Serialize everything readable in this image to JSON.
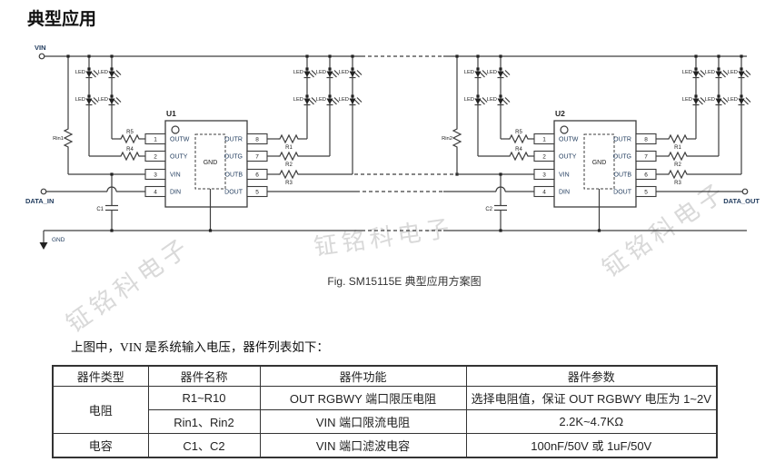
{
  "page": {
    "title": "典型应用"
  },
  "watermark": "钲铭科电子",
  "figure": {
    "caption": "Fig. SM15115E 典型应用方案图"
  },
  "paragraph": "上图中，VIN 是系统输入电压，器件列表如下：",
  "circuit": {
    "vin_label": "VIN",
    "gnd_label": "GND",
    "data_in_label": "DATA_IN",
    "data_out_label": "DATA_OUT",
    "led_label": "LED",
    "ics": [
      "U1",
      "U2"
    ],
    "gnd_box": "GND",
    "pin_numbers_left": [
      "1",
      "2",
      "3",
      "4"
    ],
    "pin_names_left": [
      "OUTW",
      "OUTY",
      "VIN",
      "DIN"
    ],
    "pin_numbers_right": [
      "8",
      "7",
      "6",
      "5"
    ],
    "pin_names_right": [
      "OUTR",
      "OUTG",
      "OUTB",
      "DOUT"
    ],
    "r1": "R1",
    "r2": "R2",
    "r3": "R3",
    "r4": "R4",
    "r5": "R5",
    "rin1": "Rin1",
    "rin2": "Rin2",
    "c1": "C1",
    "c2": "C2",
    "colors": {
      "wire": "#3d3d3d",
      "pin_text": "#1f3a5c",
      "component_text": "#222222",
      "watermark": "#d9d9d9"
    }
  },
  "table": {
    "headers": [
      "器件类型",
      "器件名称",
      "器件功能",
      "器件参数"
    ],
    "rows": [
      {
        "type": "电阻",
        "name": "R1~R10",
        "function": "OUT RGBWY 端口限压电阻",
        "param": "选择电阻值，保证 OUT RGBWY 电压为 1~2V"
      },
      {
        "type": "",
        "name": "Rin1、Rin2",
        "function": "VIN 端口限流电阻",
        "param": "2.2K~4.7KΩ"
      },
      {
        "type": "电容",
        "name": "C1、C2",
        "function": "VIN 端口滤波电容",
        "param": "100nF/50V 或 1uF/50V"
      }
    ]
  }
}
